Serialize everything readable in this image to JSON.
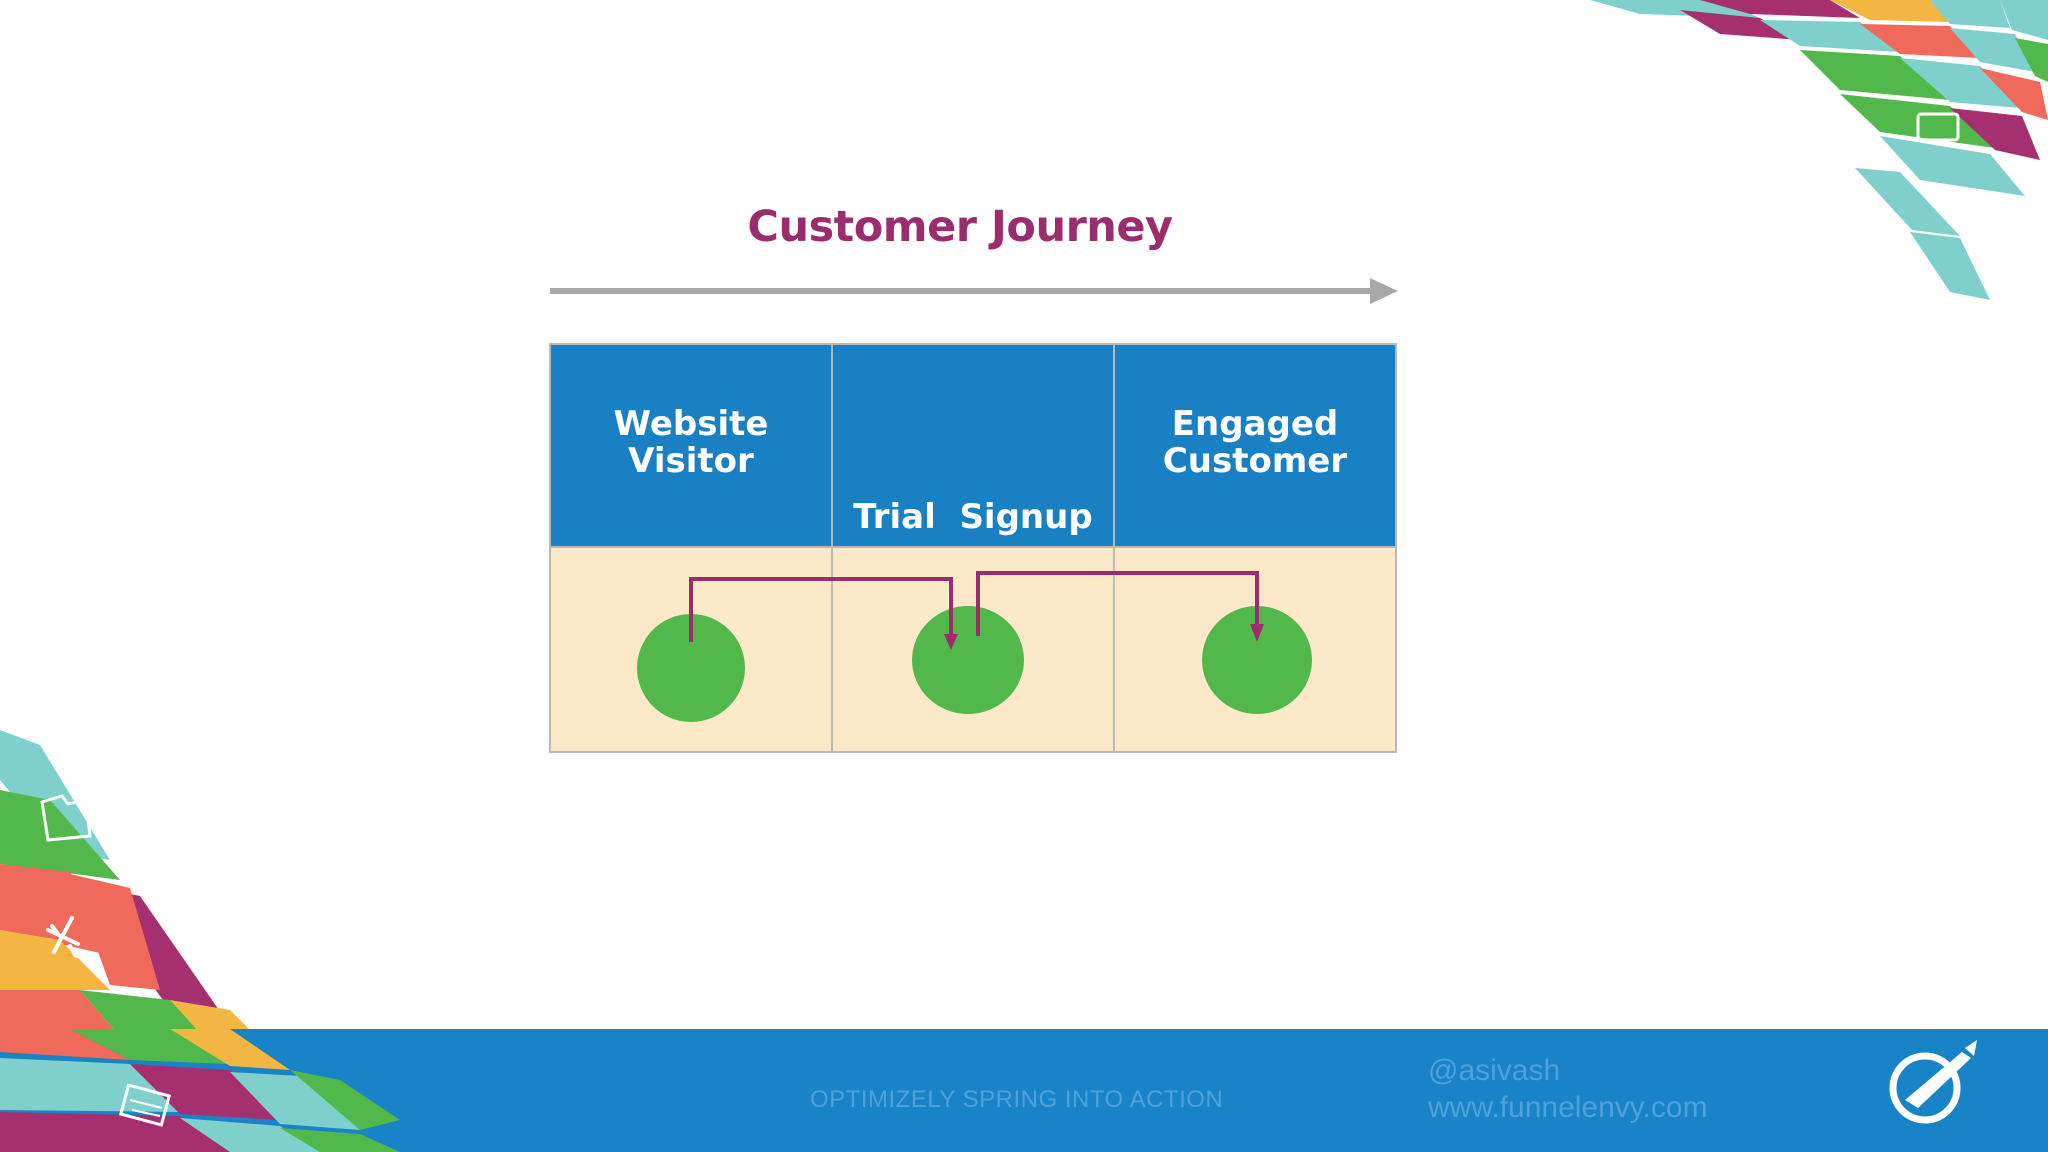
{
  "slide": {
    "title": "Customer Journey"
  },
  "stages": [
    {
      "line1": "Website",
      "line2": "Visitor"
    },
    {
      "line1": "Trial  Signup",
      "line2": ""
    },
    {
      "line1": "Engaged",
      "line2": "Customer"
    }
  ],
  "footer": {
    "event": "OPTIMIZELY SPRING INTO ACTION",
    "handle": "@asivash",
    "url": "www.funnelenvy.com"
  },
  "colors": {
    "title": "#9b2d6e",
    "header_fill": "#1a80c4",
    "row_fill": "#fce9c8",
    "node_fill": "#52b84c",
    "connector": "#9b2d6e",
    "timeline_arrow": "#a8a8a8",
    "footer_band": "#1883c6",
    "footer_text": "#4fa1d9"
  },
  "icons": [
    "folder-icon",
    "airplane-icon",
    "calendar-icon",
    "chart-icon",
    "target-logo-icon"
  ]
}
